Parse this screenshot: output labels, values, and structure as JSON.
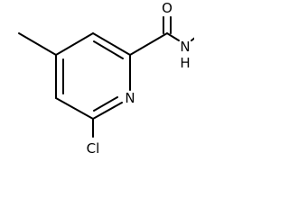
{
  "diagram": {
    "atoms": {
      "oxygen": "O",
      "nitrogen_amide": "N",
      "hydrogen_amide": "H",
      "nitrogen_ring": "N",
      "chlorine": "Cl"
    },
    "colors": {
      "bond": "#000000",
      "label": "#000000",
      "background": "#ffffff"
    }
  }
}
